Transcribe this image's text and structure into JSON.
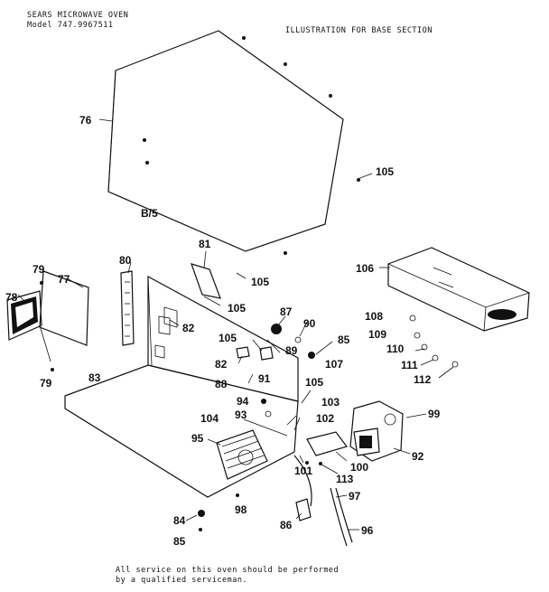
{
  "header": {
    "title_line1": "SEARS MICROWAVE OVEN",
    "title_line2": "Model 747.9967511",
    "illustration_title": "ILLUSTRATION FOR BASE SECTION"
  },
  "footer": {
    "note_line1": "All service on this oven should be performed",
    "note_line2": "by a qualified serviceman."
  },
  "page_code": "B/5",
  "part_labels": {
    "p76": "76",
    "p105a": "105",
    "p81": "81",
    "p105b": "105",
    "p80": "80",
    "p79a": "79",
    "p77": "77",
    "p78": "78",
    "p105c": "105",
    "p87": "87",
    "p82a": "82",
    "p90": "90",
    "p105d": "105",
    "p89": "89",
    "p85a": "85",
    "p107": "107",
    "p82b": "82",
    "p91": "91",
    "p88": "88",
    "p105e": "105",
    "p106": "106",
    "p108": "108",
    "p109": "109",
    "p110": "110",
    "p111": "111",
    "p112": "112",
    "p79b": "79",
    "p83": "83",
    "p94": "94",
    "p103": "103",
    "p93": "93",
    "p102": "102",
    "p104": "104",
    "p99": "99",
    "p95": "95",
    "p92": "92",
    "p100": "100",
    "p101": "101",
    "p113": "113",
    "p97": "97",
    "p98": "98",
    "p84": "84",
    "p86": "86",
    "p96": "96",
    "p85b": "85"
  }
}
